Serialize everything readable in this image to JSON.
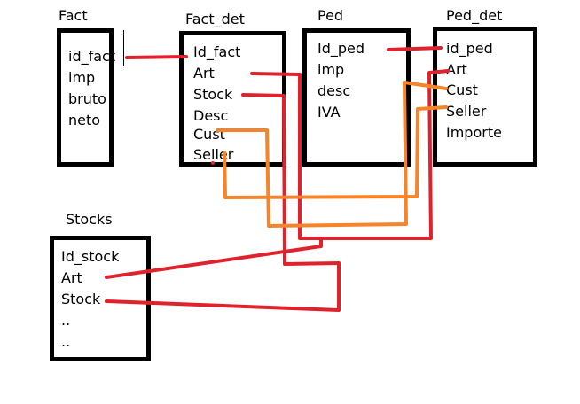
{
  "tables": {
    "fact": {
      "title": "Fact",
      "fields": [
        "id_fact",
        "imp",
        "bruto",
        "neto"
      ]
    },
    "fact_det": {
      "title": "Fact_det",
      "fields": [
        "Id_fact",
        "Art",
        "Stock",
        "Desc",
        "Cust",
        "Seller",
        ".."
      ]
    },
    "ped": {
      "title": "Ped",
      "fields": [
        "Id_ped",
        "imp",
        "desc",
        "IVA"
      ]
    },
    "ped_det": {
      "title": "Ped_det",
      "fields": [
        "id_ped",
        "Art",
        "Cust",
        "Seller",
        "Importe"
      ]
    },
    "stocks": {
      "title": "Stocks",
      "fields": [
        "Id_stock",
        "Art",
        "Stock",
        "..",
        ".."
      ]
    }
  },
  "relations": [
    {
      "from": "Fact.id_fact",
      "to": "Fact_det.Id_fact",
      "color": "#e0222c"
    },
    {
      "from": "Ped.Id_ped",
      "to": "Ped_det.id_ped",
      "color": "#e0222c"
    },
    {
      "from": "Fact_det.Art",
      "to": "Ped_det.Art",
      "color": "#e0222c"
    },
    {
      "from": "Fact_det.Art",
      "to": "Stocks.Art",
      "color": "#e0222c"
    },
    {
      "from": "Fact_det.Stock",
      "to": "Stocks.Stock",
      "color": "#e0222c"
    },
    {
      "from": "Fact_det.Cust",
      "to": "Ped_det.Cust",
      "color": "#f5842a"
    },
    {
      "from": "Fact_det.Seller",
      "to": "Ped_det.Seller",
      "color": "#f5842a"
    }
  ]
}
